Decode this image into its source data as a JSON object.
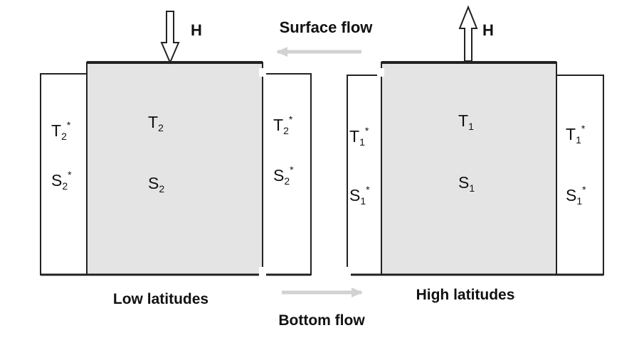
{
  "title": "Surface flow",
  "bottom_flow": "Bottom flow",
  "heat_left": "H",
  "heat_right": "H",
  "low_region": {
    "label": "Low latitudes",
    "outer_left": {
      "T": "T",
      "Tsub": "2",
      "S": "S",
      "Ssub": "2",
      "star": "*"
    },
    "inner": {
      "T": "T",
      "Tsub": "2",
      "S": "S",
      "Ssub": "2"
    },
    "outer_right": {
      "T": "T",
      "Tsub": "2",
      "S": "S",
      "Ssub": "2",
      "star": "*"
    }
  },
  "high_region": {
    "label": "High latitudes",
    "outer_left": {
      "T": "T",
      "Tsub": "1",
      "S": "S",
      "Ssub": "1",
      "star": "*"
    },
    "inner": {
      "T": "T",
      "Tsub": "1",
      "S": "S",
      "Ssub": "1"
    },
    "outer_right": {
      "T": "T",
      "Tsub": "1",
      "S": "S",
      "Ssub": "1",
      "star": "*"
    }
  },
  "colors": {
    "box_fill": "#e4e4e4",
    "line": "#222222",
    "flow_arrow": "#cfcfcf"
  }
}
